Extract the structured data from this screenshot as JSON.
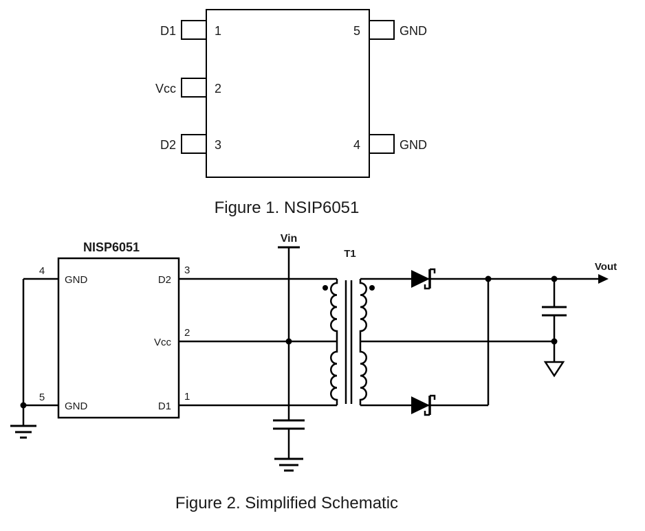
{
  "colors": {
    "line": "#000000",
    "text": "#1a1a1a",
    "background": "#ffffff"
  },
  "figure1": {
    "caption": "Figure 1. NSIP6051",
    "left_pins": [
      {
        "number": "1",
        "label": "D1"
      },
      {
        "number": "2",
        "label": "Vcc"
      },
      {
        "number": "3",
        "label": "D2"
      }
    ],
    "right_pins": [
      {
        "number": "5",
        "label": "GND"
      },
      {
        "number": "4",
        "label": "GND"
      }
    ]
  },
  "figure2": {
    "caption": "Figure 2. Simplified Schematic",
    "chip_title": "NISP6051",
    "chip_pins": {
      "pin4": {
        "number": "4",
        "label": "GND"
      },
      "pin5": {
        "number": "5",
        "label": "GND"
      },
      "pin3": {
        "number": "3",
        "label": "D2"
      },
      "pin2": {
        "number": "2",
        "label": "Vcc"
      },
      "pin1": {
        "number": "1",
        "label": "D1"
      }
    },
    "labels": {
      "vin": "Vin",
      "transformer": "T1",
      "vout": "Vout"
    }
  }
}
